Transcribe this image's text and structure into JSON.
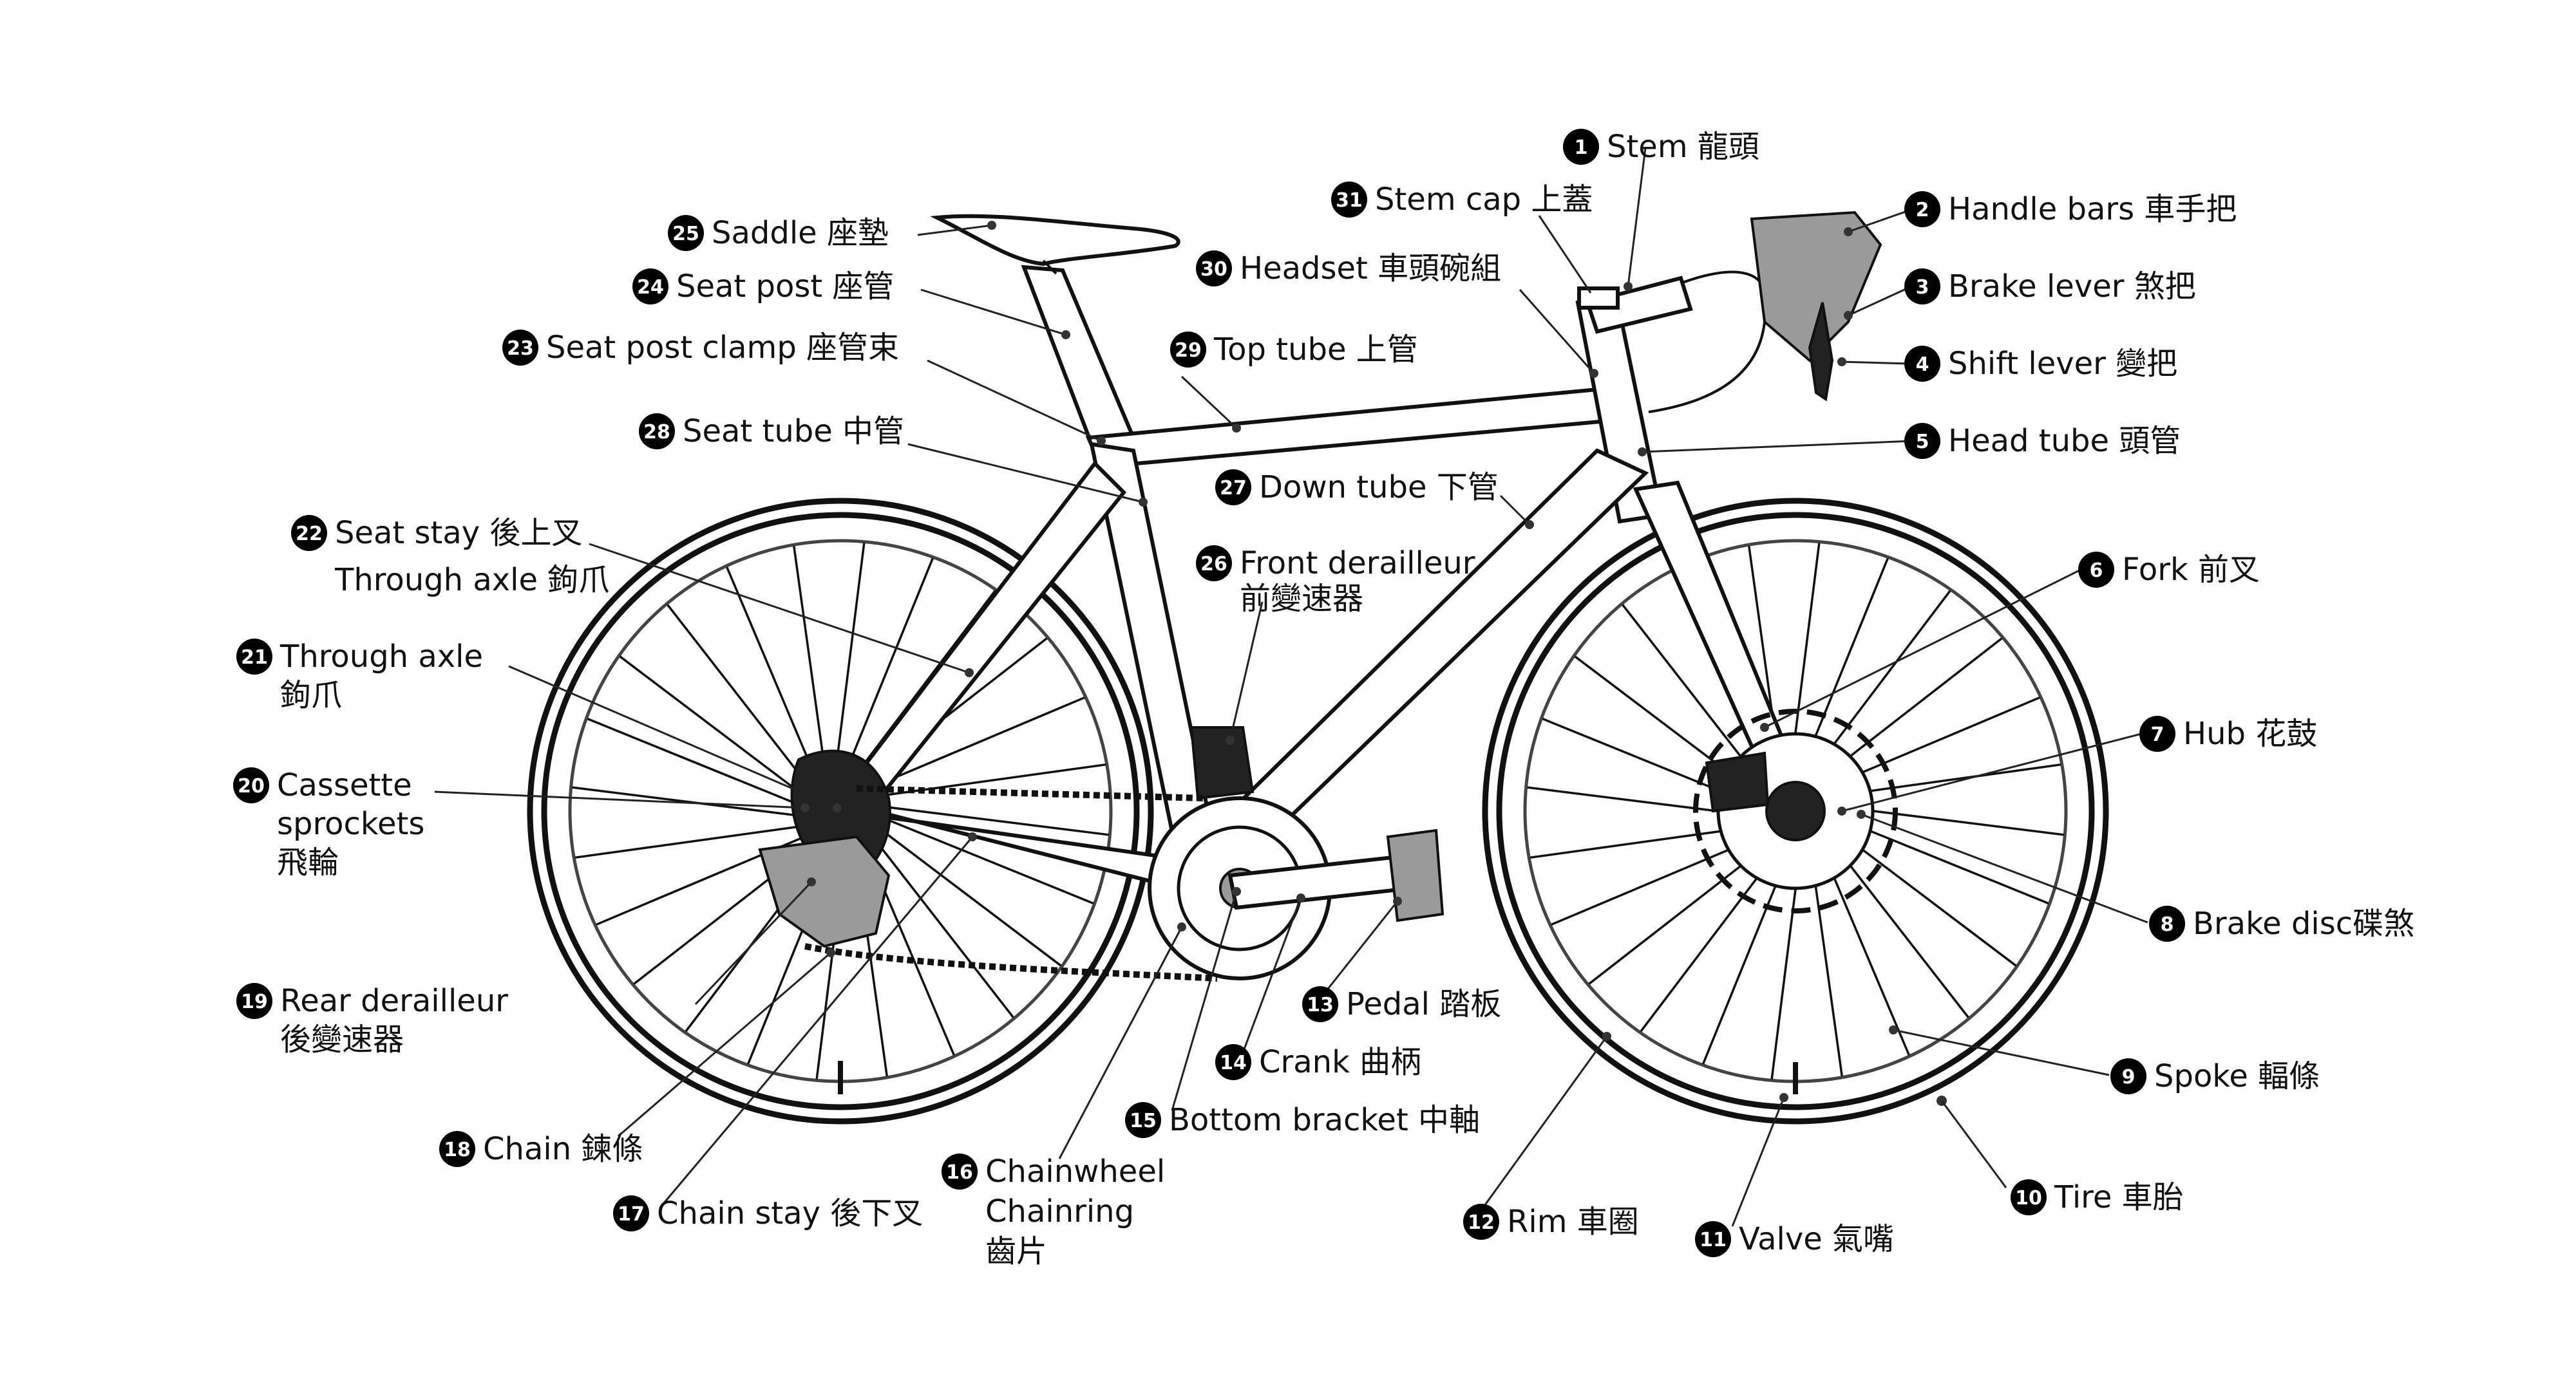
{
  "diagram": {
    "parts": [
      {
        "num": "1",
        "lines": [
          "Stem 龍頭"
        ]
      },
      {
        "num": "2",
        "lines": [
          "Handle bars 車手把"
        ]
      },
      {
        "num": "3",
        "lines": [
          "Brake lever 煞把"
        ]
      },
      {
        "num": "4",
        "lines": [
          "Shift lever 變把"
        ]
      },
      {
        "num": "5",
        "lines": [
          "Head tube 頭管"
        ]
      },
      {
        "num": "6",
        "lines": [
          "Fork 前叉"
        ]
      },
      {
        "num": "7",
        "lines": [
          "Hub 花鼓"
        ]
      },
      {
        "num": "8",
        "lines": [
          "Brake disc碟煞"
        ]
      },
      {
        "num": "9",
        "lines": [
          "Spoke 輻條"
        ]
      },
      {
        "num": "10",
        "lines": [
          "Tire 車胎"
        ]
      },
      {
        "num": "11",
        "lines": [
          "Valve 氣嘴"
        ]
      },
      {
        "num": "12",
        "lines": [
          "Rim 車圈"
        ]
      },
      {
        "num": "13",
        "lines": [
          "Pedal 踏板"
        ]
      },
      {
        "num": "14",
        "lines": [
          "Crank 曲柄"
        ]
      },
      {
        "num": "15",
        "lines": [
          "Bottom bracket 中軸"
        ]
      },
      {
        "num": "16",
        "lines": [
          "Chainwheel",
          "Chainring",
          "齒片"
        ]
      },
      {
        "num": "17",
        "lines": [
          "Chain stay 後下叉"
        ]
      },
      {
        "num": "18",
        "lines": [
          "Chain 鍊條"
        ]
      },
      {
        "num": "19",
        "lines": [
          "Rear derailleur",
          "後變速器"
        ]
      },
      {
        "num": "20",
        "lines": [
          "Cassette",
          "sprockets",
          "飛輪"
        ]
      },
      {
        "num": "21",
        "lines": [
          "Through axle",
          "鉤爪"
        ]
      },
      {
        "num": "22",
        "lines": [
          "Seat stay 後上叉",
          "Through axle 鉤爪"
        ]
      },
      {
        "num": "23",
        "lines": [
          "Seat post clamp 座管束"
        ]
      },
      {
        "num": "24",
        "lines": [
          "Seat post 座管"
        ]
      },
      {
        "num": "25",
        "lines": [
          "Saddle 座墊"
        ]
      },
      {
        "num": "26",
        "lines": [
          "Front derailleur",
          "前變速器"
        ]
      },
      {
        "num": "27",
        "lines": [
          "Down tube 下管"
        ]
      },
      {
        "num": "28",
        "lines": [
          "Seat tube 中管"
        ]
      },
      {
        "num": "29",
        "lines": [
          "Top tube 上管"
        ]
      },
      {
        "num": "30",
        "lines": [
          "Headset 車頭碗組"
        ]
      },
      {
        "num": "31",
        "lines": [
          "Stem cap 上蓋"
        ]
      }
    ]
  }
}
